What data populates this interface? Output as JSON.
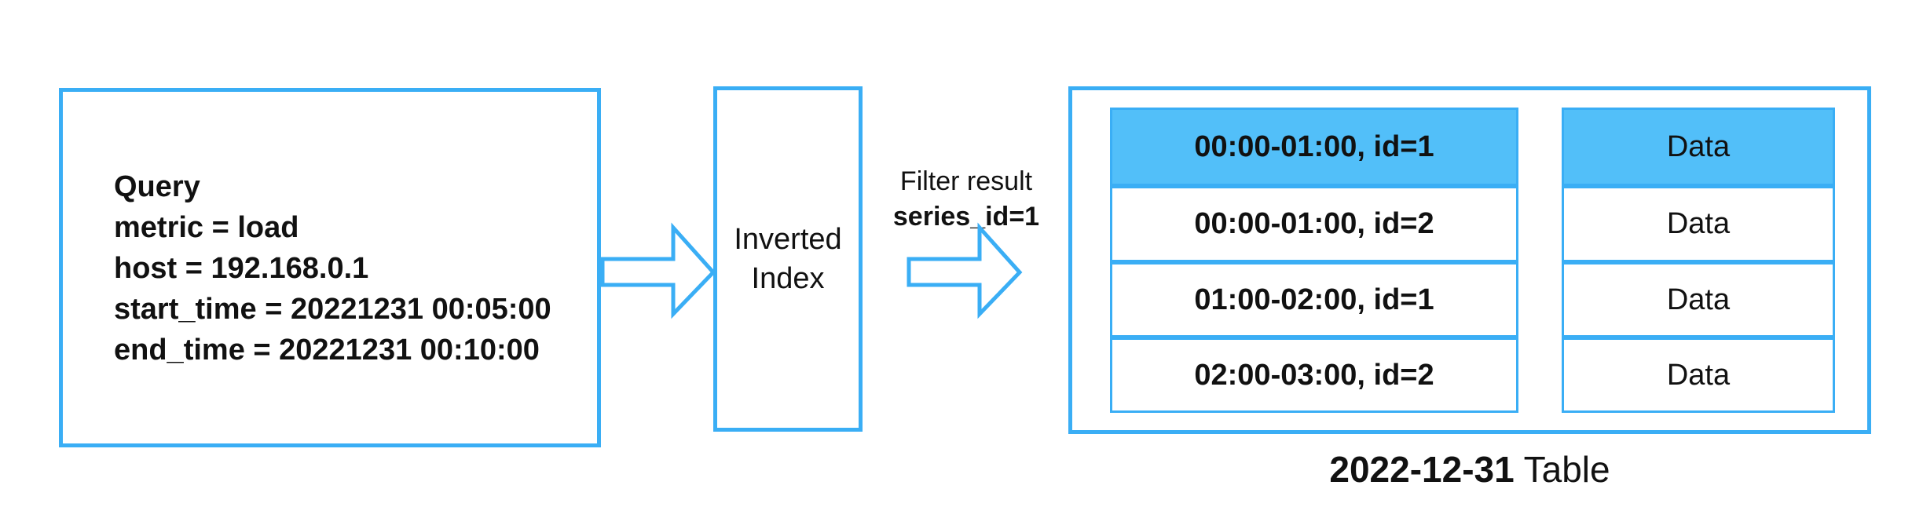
{
  "query": {
    "title": "Query",
    "lines": [
      {
        "label": "metric = ",
        "value": "load"
      },
      {
        "label": "host = ",
        "value": "192.168.0.1"
      },
      {
        "label": "start_time = ",
        "value": "20221231 00:05:00"
      },
      {
        "label": "end_time = ",
        "value": "20221231 00:10:00"
      }
    ]
  },
  "index": {
    "line1": "Inverted",
    "line2": "Index"
  },
  "filter": {
    "label": "Filter result",
    "value": "series_id=1"
  },
  "table": {
    "rows": [
      {
        "key": "00:00-01:00, id=1",
        "data": "Data",
        "highlighted": true
      },
      {
        "key": "00:00-01:00, id=2",
        "data": "Data",
        "highlighted": false
      },
      {
        "key": "01:00-02:00, id=1",
        "data": "Data",
        "highlighted": false
      },
      {
        "key": "02:00-03:00, id=2",
        "data": "Data",
        "highlighted": false
      }
    ],
    "caption_date": "2022-12-31",
    "caption_suffix": " Table"
  },
  "colors": {
    "accent": "#3aaef5",
    "highlight": "#52bff9"
  }
}
